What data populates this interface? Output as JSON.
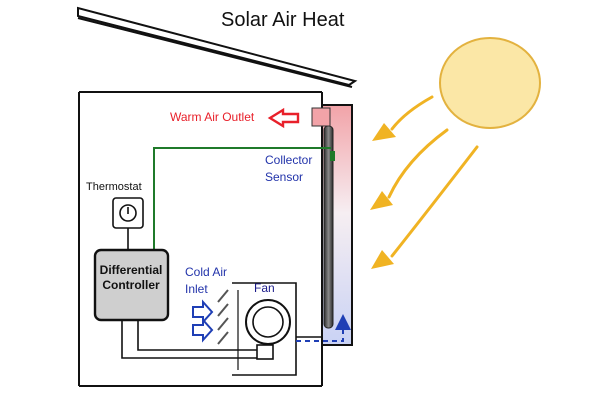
{
  "title": "Solar Air Heat",
  "labels": {
    "warm_air_outlet": "Warm Air Outlet",
    "collector_sensor_line1": "Collector",
    "collector_sensor_line2": "Sensor",
    "thermostat": "Thermostat",
    "controller_line1": "Differential",
    "controller_line2": "Controller",
    "cold_air_line1": "Cold Air",
    "cold_air_line2": "Inlet",
    "fan": "Fan"
  },
  "colors": {
    "warm_air": "#e8202a",
    "cold_air": "#1f3fb5",
    "label_blue": "#2233aa",
    "sensor_wire": "#1f7a2a",
    "sun_fill": "#fbe7a6",
    "sun_stroke": "#e3b23f",
    "sun_rays": "#f0b323",
    "controller_fill": "#cfcfcf",
    "structure": "#111111"
  }
}
